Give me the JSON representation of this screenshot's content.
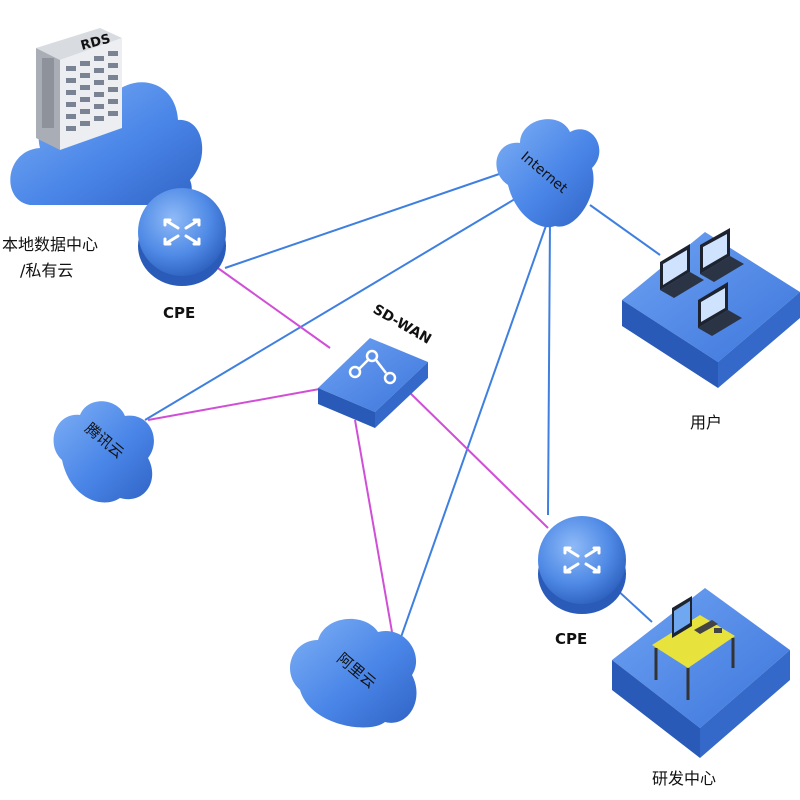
{
  "nodes": {
    "datacenter": {
      "server_label": "RDS",
      "label_line1": "本地数据中心",
      "label_line2": "/私有云"
    },
    "cpe_top": {
      "label": "CPE"
    },
    "sdwan": {
      "label": "SD-WAN"
    },
    "internet": {
      "label": "Internet"
    },
    "users": {
      "label": "用户"
    },
    "tencent": {
      "label": "腾讯云"
    },
    "aliyun": {
      "label": "阿里云"
    },
    "cpe_bottom": {
      "label": "CPE"
    },
    "rnd": {
      "label": "研发中心"
    }
  },
  "colors": {
    "internet_link": "#3f7fe0",
    "sdwan_link": "#d04fd6",
    "node_blue": "#4a86e8",
    "node_blue_dark": "#2f5fb8",
    "desk_yellow": "#e8e23c"
  },
  "links": {
    "internet": [
      [
        "datacenter",
        "cpe_top"
      ],
      [
        "cpe_top",
        "internet"
      ],
      [
        "tencent",
        "internet"
      ],
      [
        "internet",
        "users"
      ],
      [
        "internet",
        "aliyun"
      ],
      [
        "internet",
        "cpe_bottom"
      ],
      [
        "cpe_bottom",
        "rnd"
      ]
    ],
    "sdwan": [
      [
        "cpe_top",
        "sdwan"
      ],
      [
        "sdwan",
        "tencent"
      ],
      [
        "sdwan",
        "aliyun"
      ],
      [
        "sdwan",
        "cpe_bottom"
      ]
    ]
  }
}
